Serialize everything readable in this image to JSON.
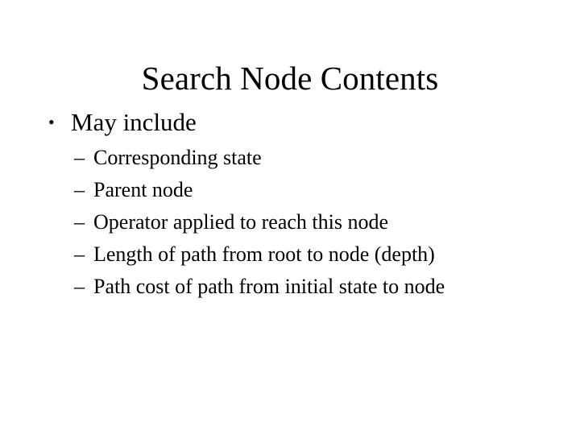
{
  "slide": {
    "title": "Search Node Contents",
    "background_color": "#ffffff",
    "text_color": "#000000",
    "level1": {
      "marker": "•",
      "text": "May include"
    },
    "level2_marker": "–",
    "level2_items": [
      {
        "text": "Corresponding state"
      },
      {
        "text": "Parent node"
      },
      {
        "text": "Operator applied to reach this node"
      },
      {
        "text": "Length of path from root to node (depth)"
      },
      {
        "text": "Path cost of path from initial state to node"
      }
    ]
  }
}
